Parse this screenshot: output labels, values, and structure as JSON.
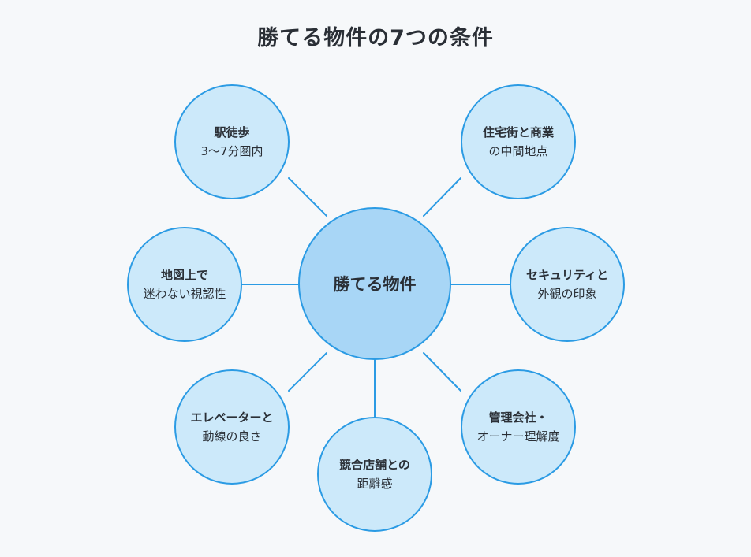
{
  "title": "勝てる物件の7つの条件",
  "center": {
    "label": "勝てる物件"
  },
  "nodes": [
    {
      "line1": "駅徒歩",
      "line2": "3〜7分圏内"
    },
    {
      "line1": "住宅街と商業",
      "line2": "の中間地点"
    },
    {
      "line1": "地図上で",
      "line2": "迷わない視認性"
    },
    {
      "line1": "セキュリティと",
      "line2": "外観の印象"
    },
    {
      "line1": "エレベーターと",
      "line2": "動線の良さ"
    },
    {
      "line1": "管理会社・",
      "line2": "オーナー理解度"
    },
    {
      "line1": "競合店舗との",
      "line2": "距離感"
    }
  ],
  "colors": {
    "background": "#f6f8fa",
    "node_fill": "#cce9fa",
    "center_fill": "#a8d6f6",
    "stroke": "#2b9be4"
  }
}
